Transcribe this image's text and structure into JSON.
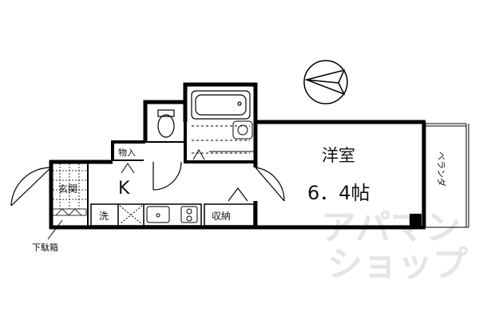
{
  "rooms": {
    "western_room_name": "洋室",
    "western_room_size": "6．4帖",
    "kitchen": "K",
    "storage_small": "物入",
    "entrance": "玄関",
    "shoe_box": "下駄箱",
    "washer": "洗",
    "closet": "収納",
    "balcony": "ベランダ"
  },
  "watermark": {
    "line1": "アパマン",
    "line2": "ショップ"
  },
  "compass": {
    "icon": "north-arrow-icon"
  },
  "colors": {
    "wall": "#000000",
    "watermark": "#d9d9d9"
  }
}
